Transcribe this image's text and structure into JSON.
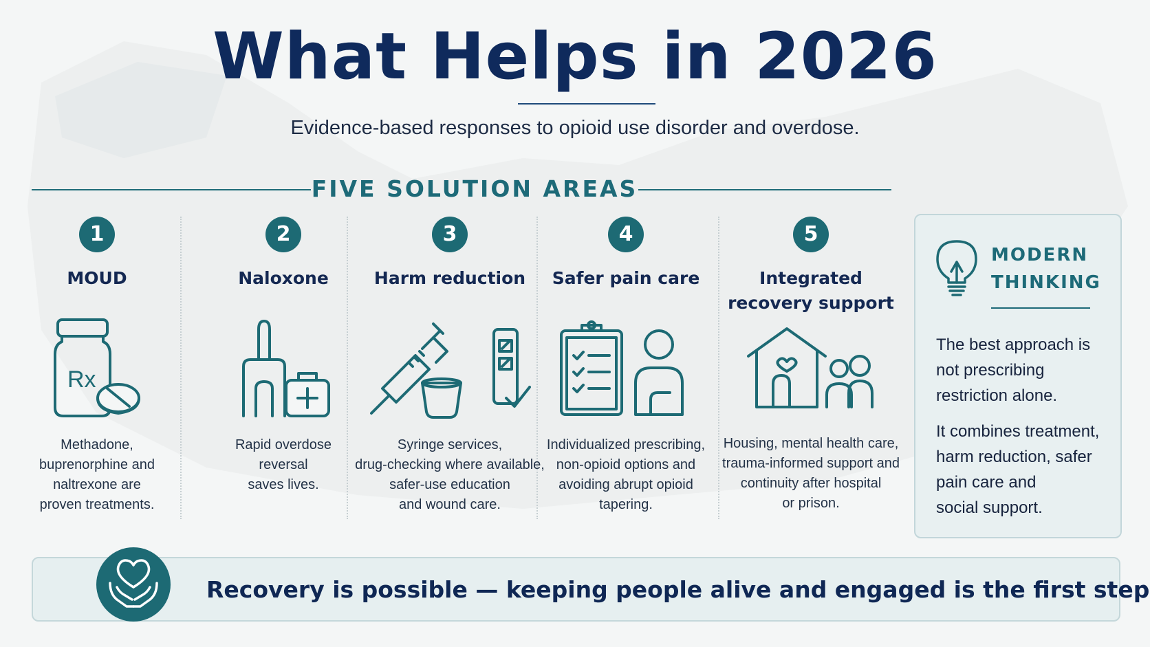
{
  "header": {
    "title": "What Helps in 2026",
    "subtitle": "Evidence-based responses to opioid use disorder and overdose."
  },
  "section": {
    "label": "FIVE SOLUTION AREAS"
  },
  "areas": [
    {
      "number": "1",
      "title": "MOUD",
      "icon": "medicine-bottle-icon",
      "icon_text": "Rx",
      "desc_lines": [
        "Methadone,",
        "buprenorphine and",
        "naltrexone are",
        "proven treatments."
      ]
    },
    {
      "number": "2",
      "title": "Naloxone",
      "icon": "nasal-spray-icon",
      "desc_lines": [
        "Rapid overdose",
        "reversal",
        "saves lives."
      ]
    },
    {
      "number": "3",
      "title": "Harm reduction",
      "icon": "syringe-icon",
      "desc_lines": [
        "Syringe services,",
        "drug-checking where available,",
        "safer-use education",
        "and wound care."
      ]
    },
    {
      "number": "4",
      "title": "Safer pain care",
      "icon": "clipboard-checklist-icon",
      "desc_lines": [
        "Individualized prescribing,",
        "non-opioid options and",
        "avoiding abrupt opioid",
        "tapering."
      ]
    },
    {
      "number": "5",
      "title_lines": [
        "Integrated",
        "recovery support"
      ],
      "icon": "house-heart-icon",
      "desc_lines": [
        "Housing, mental health care,",
        "trauma-informed support and",
        "continuity after hospital",
        "or prison."
      ]
    }
  ],
  "modern": {
    "title_lines": [
      "MODERN",
      "THINKING"
    ],
    "icon": "lightbulb-icon",
    "p1_lines": [
      "The best approach is",
      "not prescribing",
      "restriction alone."
    ],
    "p2_lines": [
      "It combines treatment,",
      "harm reduction, safer",
      "pain care and",
      "social support."
    ]
  },
  "banner": {
    "icon": "hands-heart-icon",
    "message": "Recovery is possible — keeping people alive and engaged is the first step."
  },
  "colors": {
    "navy": "#0f2a5c",
    "teal": "#1d6a74",
    "background": "#f4f6f6",
    "panel": "#e8f0f1"
  }
}
